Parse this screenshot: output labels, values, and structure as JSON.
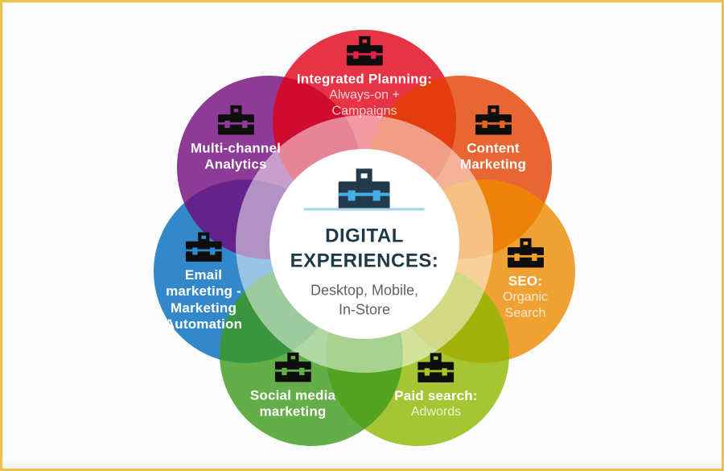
{
  "frame": {
    "background": "#fdfdfd",
    "border_color": "#edc14d"
  },
  "theme": {
    "petal_bold_text_color": "#ffffff",
    "petal_light_text_color": "rgba(255,255,255,0.78)",
    "petal_icon_color": "#0e0e0e"
  },
  "center": {
    "icon": "toolbox-icon",
    "icon_body_color": "#223a4c",
    "icon_accent_color": "#45aee6",
    "underline_color": "#a5d5ee",
    "title_lines": [
      "DIGITAL",
      "EXPERIENCES:"
    ],
    "title_color": "#1e3948",
    "subtitle_lines": [
      "Desktop, Mobile,",
      "In-Store"
    ],
    "subtitle_color": "#616161"
  },
  "petals": [
    {
      "name": "integrated-planning",
      "color": "#e62045",
      "icon": "toolbox-icon",
      "bold_lines": [
        "Integrated Planning:"
      ],
      "light_lines": [
        "Always-on +",
        "Campaigns"
      ]
    },
    {
      "name": "content-marketing",
      "color": "#e8661c",
      "icon": "toolbox-icon",
      "bold_lines": [
        "Content",
        "Marketing"
      ],
      "light_lines": []
    },
    {
      "name": "seo-organic-search",
      "color": "#f0a125",
      "icon": "toolbox-icon",
      "bold_lines": [
        "SEO:"
      ],
      "light_lines": [
        "Organic",
        "Search"
      ]
    },
    {
      "name": "paid-search-adwords",
      "color": "#a6c521",
      "icon": "toolbox-icon",
      "bold_lines": [
        "Paid search:"
      ],
      "light_lines": [
        "Adwords"
      ]
    },
    {
      "name": "social-media-marketing",
      "color": "#63ae49",
      "icon": "toolbox-icon",
      "bold_lines": [
        "Social media",
        "marketing"
      ],
      "light_lines": []
    },
    {
      "name": "email-marketing-automation",
      "color": "#2d88c9",
      "icon": "toolbox-icon",
      "bold_lines": [
        "Email",
        "marketing -",
        "Marketing",
        "Automation"
      ],
      "light_lines": []
    },
    {
      "name": "multi-channel-analytics",
      "color": "#8d3b96",
      "icon": "toolbox-icon",
      "bold_lines": [
        "Multi-channel",
        "Analytics"
      ],
      "light_lines": []
    }
  ]
}
